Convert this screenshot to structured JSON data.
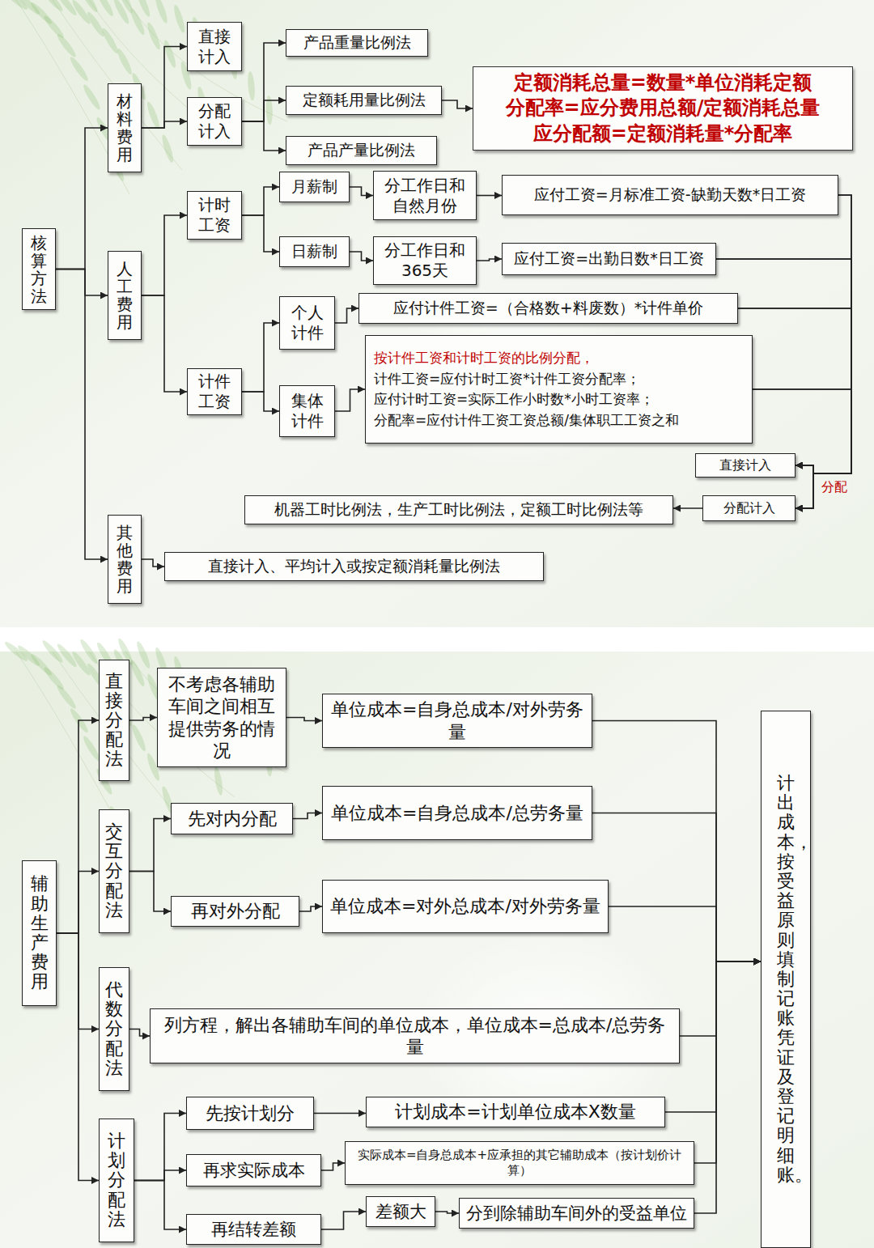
{
  "diagram": {
    "nodes": [
      {
        "text": [
          "核算方法"
        ]
      },
      {
        "text": [
          "材料费用"
        ]
      },
      {
        "text": [
          "直接计入"
        ]
      },
      {
        "text": [
          "分配计入"
        ]
      },
      {
        "text": [
          "产品重量比例法"
        ]
      },
      {
        "text": [
          "定额耗用量比例法"
        ]
      },
      {
        "text": [
          "产品产量比例法"
        ]
      },
      {
        "text": [
          "定额消耗总量=数量*单位消耗定额",
          "分配率=应分费用总额/定额消耗总量",
          "应分配额=定额消耗量*分配率"
        ]
      },
      {
        "text": [
          "人工费用"
        ]
      },
      {
        "text": [
          "计时工资"
        ]
      },
      {
        "text": [
          "月薪制"
        ]
      },
      {
        "text": [
          "分工作日和自然月份"
        ]
      },
      {
        "text": [
          "应付工资=月标准工资-缺勤天数*日工资"
        ]
      },
      {
        "text": [
          "日薪制"
        ]
      },
      {
        "text": [
          "分工作日和365天"
        ]
      },
      {
        "text": [
          "应付工资=出勤日数*日工资"
        ]
      },
      {
        "text": [
          "计件工资"
        ]
      },
      {
        "text": [
          "个人计件"
        ]
      },
      {
        "text": [
          "应付计件工资=（合格数+料废数）*计件单价"
        ]
      },
      {
        "text": [
          "集体计件"
        ]
      },
      {
        "text": [
          "按计件工资和计时工资的比例分配，",
          "计件工资=应付计时工资*计件工资分配率；",
          "应付计时工资=实际工作小时数*小时工资率；",
          "分配率=应付计件工资工资总额/集体职工工资之和"
        ]
      },
      {
        "text": [
          "直接计入"
        ]
      },
      {
        "text": [
          "分配计入"
        ]
      },
      {
        "text": [
          "机器工时比例法，生产工时比例法，定额工时比例法等"
        ]
      },
      {
        "text": [
          "其他费用"
        ]
      },
      {
        "text": [
          "直接计入、平均计入或按定额消耗量比例法"
        ]
      },
      {
        "text": [
          "辅助生产费用"
        ]
      },
      {
        "text": [
          "直接分配法"
        ]
      },
      {
        "text": [
          "不考虑各辅助车间之间相互提供劳务的情况"
        ]
      },
      {
        "text": [
          "单位成本=自身总成本/对外劳务量"
        ]
      },
      {
        "text": [
          "交互分配法"
        ]
      },
      {
        "text": [
          "先对内分配"
        ]
      },
      {
        "text": [
          "单位成本=自身总成本/总劳务量"
        ]
      },
      {
        "text": [
          "再对外分配"
        ]
      },
      {
        "text": [
          "单位成本=对外总成本/对外劳务量"
        ]
      },
      {
        "text": [
          "代数分配法"
        ]
      },
      {
        "text": [
          "列方程，解出各辅助车间的单位成本，单位成本=总成本/总劳务量"
        ]
      },
      {
        "text": [
          "计划分配法"
        ]
      },
      {
        "text": [
          "先按计划分"
        ]
      },
      {
        "text": [
          "计划成本=计划单位成本X数量"
        ]
      },
      {
        "text": [
          "再求实际成本"
        ]
      },
      {
        "text": [
          "实际成本=自身总成本+应承担的其它辅助成本（按计划价计算）"
        ]
      },
      {
        "text": [
          "再结转差额"
        ]
      },
      {
        "text": [
          "差额大"
        ]
      },
      {
        "text": [
          "分到除辅助车间外的受益单位"
        ]
      },
      {
        "text": [
          "计出成本，按受益原则填制记账凭证及登记明细账。"
        ]
      }
    ],
    "edges": [
      {
        "from": 0,
        "to": 1,
        "arrow": "to"
      },
      {
        "from": 0,
        "to": 8,
        "arrow": "to"
      },
      {
        "from": 0,
        "to": 24,
        "arrow": "to"
      },
      {
        "from": 1,
        "to": 2,
        "arrow": "to"
      },
      {
        "from": 1,
        "to": 3,
        "arrow": "to"
      },
      {
        "from": 3,
        "to": 4,
        "arrow": "to"
      },
      {
        "from": 3,
        "to": 5,
        "arrow": "to"
      },
      {
        "from": 3,
        "to": 6,
        "arrow": "to"
      },
      {
        "from": 5,
        "to": 7,
        "arrow": "to"
      },
      {
        "from": 8,
        "to": 9,
        "arrow": "to"
      },
      {
        "from": 8,
        "to": 16,
        "arrow": "to"
      },
      {
        "from": 9,
        "to": 10,
        "arrow": "to"
      },
      {
        "from": 9,
        "to": 13,
        "arrow": "to"
      },
      {
        "from": 10,
        "to": 11,
        "arrow": "to"
      },
      {
        "from": 11,
        "to": 12,
        "arrow": "to"
      },
      {
        "from": 13,
        "to": 14,
        "arrow": "to"
      },
      {
        "from": 14,
        "to": 15,
        "arrow": "to"
      },
      {
        "from": 16,
        "to": 17,
        "arrow": "to"
      },
      {
        "from": 16,
        "to": 19,
        "arrow": "to"
      },
      {
        "from": 17,
        "to": 18,
        "arrow": "to"
      },
      {
        "from": 19,
        "to": 20,
        "arrow": "to"
      },
      {
        "from": 12,
        "to": 21,
        "arrow": "to"
      },
      {
        "from": 12,
        "to": 22,
        "arrow": "to"
      },
      {
        "from": 15,
        "to": 21,
        "arrow": "to"
      },
      {
        "from": 15,
        "to": 22,
        "arrow": "to"
      },
      {
        "from": 18,
        "to": 21,
        "arrow": "to"
      },
      {
        "from": 18,
        "to": 22,
        "arrow": "to"
      },
      {
        "from": 20,
        "to": 21,
        "arrow": "to"
      },
      {
        "from": 20,
        "to": 22,
        "arrow": "to"
      },
      {
        "from": 22,
        "to": 23,
        "arrow": "to"
      },
      {
        "from": 24,
        "to": 25,
        "arrow": "to"
      },
      {
        "from": 26,
        "to": 27,
        "arrow": "to"
      },
      {
        "from": 26,
        "to": 30,
        "arrow": "to"
      },
      {
        "from": 26,
        "to": 35,
        "arrow": "to"
      },
      {
        "from": 26,
        "to": 37,
        "arrow": "to"
      },
      {
        "from": 27,
        "to": 28,
        "arrow": "to"
      },
      {
        "from": 28,
        "to": 29,
        "arrow": "to"
      },
      {
        "from": 30,
        "to": 31,
        "arrow": "to"
      },
      {
        "from": 30,
        "to": 33,
        "arrow": "to"
      },
      {
        "from": 31,
        "to": 32,
        "arrow": "to"
      },
      {
        "from": 33,
        "to": 34,
        "arrow": "to"
      },
      {
        "from": 35,
        "to": 36,
        "arrow": "to"
      },
      {
        "from": 37,
        "to": 38,
        "arrow": "to"
      },
      {
        "from": 37,
        "to": 40,
        "arrow": "to"
      },
      {
        "from": 37,
        "to": 42,
        "arrow": "to"
      },
      {
        "from": 38,
        "to": 39,
        "arrow": "to"
      },
      {
        "from": 40,
        "to": 41,
        "arrow": "to"
      },
      {
        "from": 42,
        "to": 43,
        "arrow": "to"
      },
      {
        "from": 43,
        "to": 44,
        "arrow": "to"
      },
      {
        "from": 29,
        "to": 45,
        "arrow": "to"
      },
      {
        "from": 32,
        "to": 45,
        "arrow": "to"
      },
      {
        "from": 34,
        "to": 45,
        "arrow": "to"
      },
      {
        "from": 36,
        "to": 45,
        "arrow": "to"
      },
      {
        "from": 39,
        "to": 45,
        "arrow": "to"
      },
      {
        "from": 41,
        "to": 45,
        "arrow": "to"
      },
      {
        "from": 44,
        "to": 45,
        "arrow": "to"
      }
    ],
    "labels": [
      "分配"
    ]
  }
}
